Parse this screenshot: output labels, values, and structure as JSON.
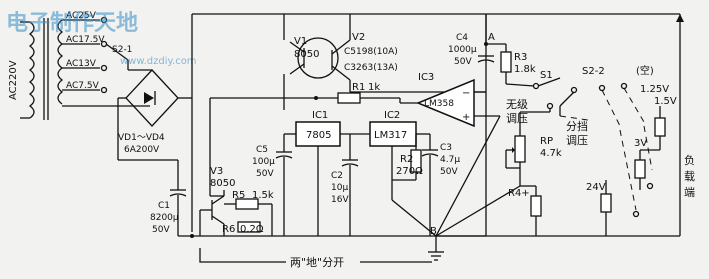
{
  "watermark": {
    "text": "电子制作天地",
    "url": "www.dzdiy.com"
  },
  "transformer": {
    "primary": "AC220V",
    "taps": [
      "AC25V",
      "AC17.5V",
      "AC13V",
      "AC7.5V"
    ],
    "switch": "S2-1"
  },
  "rectifier": {
    "name": "VD1～VD4",
    "rating": "6A200V"
  },
  "transistors": {
    "v1": {
      "name": "V1",
      "part": "8050"
    },
    "v2": {
      "name": "V2",
      "part1": "C5198(10A)",
      "part2": "C3263(13A)"
    },
    "v3": {
      "name": "V3",
      "part": "8050"
    }
  },
  "ics": {
    "ic1": {
      "name": "IC1",
      "part": "7805"
    },
    "ic2": {
      "name": "IC2",
      "part": "LM317"
    },
    "ic3": {
      "name": "IC3",
      "part": "LM358"
    }
  },
  "resistors": {
    "r1": {
      "name": "R1",
      "value": "1k"
    },
    "r2": {
      "name": "R2",
      "value": "270Ω"
    },
    "r3": {
      "name": "R3",
      "value": "1.8k"
    },
    "r4": {
      "name": "R4+"
    },
    "r5": {
      "name": "R5",
      "value": "1.5k"
    },
    "r6": {
      "name": "R6",
      "value": "0.2Ω"
    },
    "rp": {
      "name": "RP",
      "value": "4.7k"
    }
  },
  "capacitors": {
    "c1": {
      "name": "C1",
      "value": "8200μ",
      "voltage": "50V"
    },
    "c2": {
      "name": "C2",
      "value": "10μ",
      "voltage": "16V"
    },
    "c3": {
      "name": "C3",
      "value": "4.7μ",
      "voltage": "50V"
    },
    "c4": {
      "name": "C4",
      "value": "1000μ",
      "voltage": "50V"
    },
    "c5": {
      "name": "C5",
      "value": "100μ",
      "voltage": "50V"
    }
  },
  "switches": {
    "s1": "S1",
    "s2_2": "S2-2",
    "stepless_1": "无级",
    "stepless_2": "调压",
    "stepped_1": "分挡",
    "stepped_2": "调压",
    "empty": "(空)"
  },
  "voltages": [
    "1.25V",
    "1.5V",
    "3V",
    "24V"
  ],
  "nodes": {
    "a": "A",
    "b": "B"
  },
  "load": [
    "负",
    "载",
    "端"
  ],
  "ground_note": "两\"地\"分开"
}
